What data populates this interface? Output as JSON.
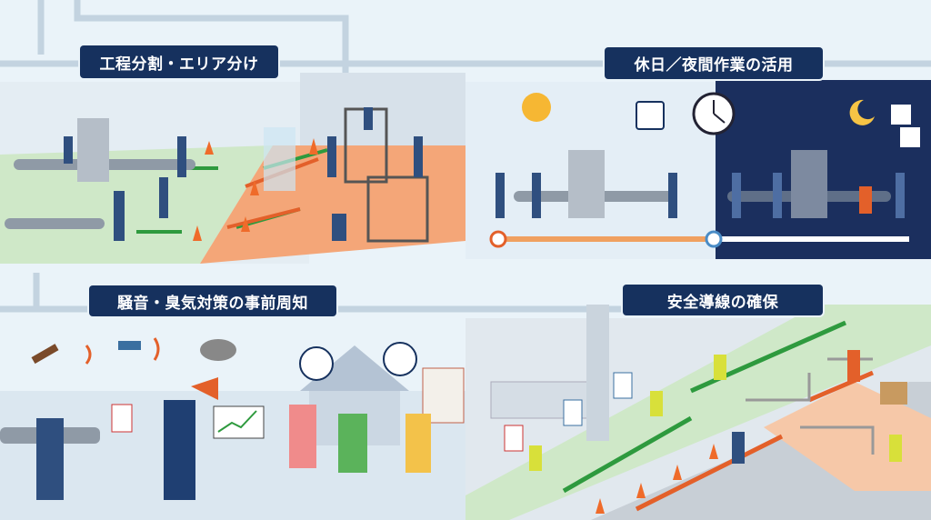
{
  "panels": [
    {
      "title": "工程分割・エリア分け"
    },
    {
      "title": "休日／夜間作業の活用"
    },
    {
      "title": "騒音・臭気対策の事前周知"
    },
    {
      "title": "安全導線の確保"
    }
  ],
  "colors": {
    "title_bg": "#16315e",
    "green_zone": "#cfe8c8",
    "orange_zone": "#f4a678",
    "night": "#1b2f5e",
    "path_green": "#2e9a3e",
    "path_orange": "#e3602a"
  }
}
